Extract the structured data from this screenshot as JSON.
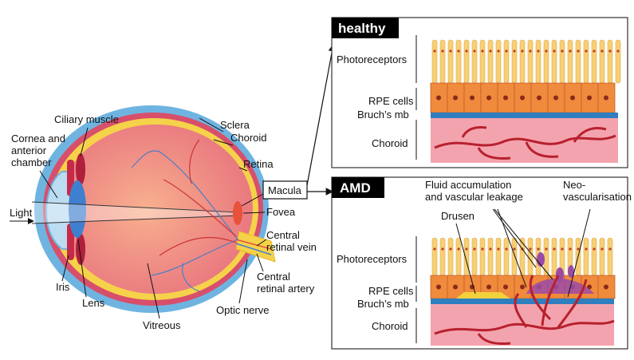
{
  "colors": {
    "sclera": "#6fb4e0",
    "choroid_ring": "#d84f6c",
    "retina": "#f5d24a",
    "vitreous_inner": "#f6a58a",
    "vitreous_outer": "#e97a7a",
    "photoreceptor": "#f7cf74",
    "rpe": "#f08a3c",
    "bruch": "#2f7fc0",
    "choroid_tissue": "#f3a3ad",
    "vessel": "#b8202e",
    "drusen": "#f2d23c",
    "fluid": "#9b4aa6",
    "title_bg": "#000000"
  },
  "eye": {
    "labels": {
      "cornea": "Cornea and\nanterior\nchamber",
      "ciliary": "Ciliary muscle",
      "sclera": "Sclera",
      "choroid": "Choroid",
      "retina": "Retina",
      "macula": "Macula",
      "fovea": "Fovea",
      "light": "Light",
      "iris": "Iris",
      "lens": "Lens",
      "vitreous": "Vitreous",
      "optic_nerve": "Optic nerve",
      "vein": "Central\nretinal vein",
      "artery": "Central\nretinal artery"
    }
  },
  "healthy": {
    "title": "healthy",
    "labels": {
      "photoreceptors": "Photoreceptors",
      "rpe": "RPE cells",
      "bruch": "Bruch’s mb",
      "choroid": "Choroid"
    }
  },
  "amd": {
    "title": "AMD",
    "labels": {
      "fluid": "Fluid accumulation\nand vascular leakage",
      "neo": "Neo-\nvascularisation",
      "drusen": "Drusen",
      "photoreceptors": "Photoreceptors",
      "rpe": "RPE cells",
      "bruch": "Bruch’s mb",
      "choroid": "Choroid"
    }
  }
}
